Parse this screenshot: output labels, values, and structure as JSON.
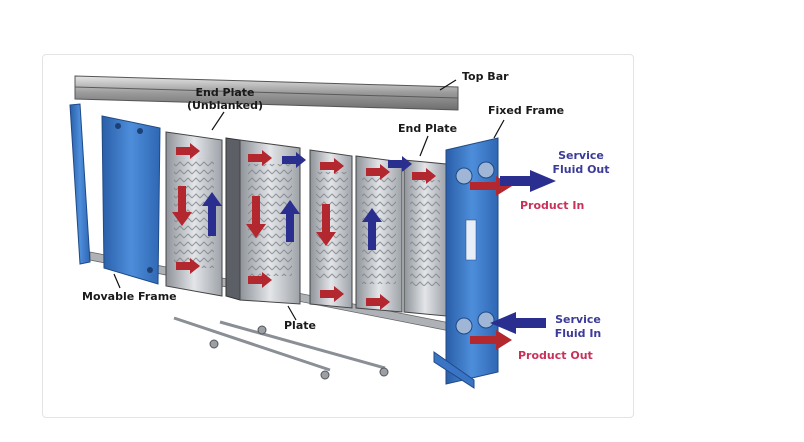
{
  "diagram": {
    "labels": {
      "top_bar": "Top Bar",
      "end_plate_unblanked_line1": "End Plate",
      "end_plate_unblanked_line2": "(Unblanked)",
      "fixed_frame": "Fixed Frame",
      "end_plate": "End Plate",
      "service_fluid_out_line1": "Service",
      "service_fluid_out_line2": "Fluid Out",
      "product_in": "Product In",
      "movable_frame": "Movable Frame",
      "plate": "Plate",
      "service_fluid_in_line1": "Service",
      "service_fluid_in_line2": "Fluid In",
      "product_out": "Product Out"
    },
    "colors": {
      "frame_blue": "#3f7fd0",
      "frame_blue_dark": "#2a5ea8",
      "product_arrow": "#b3272f",
      "service_arrow": "#2a2f8f",
      "plate_steel": "#c9ccd1"
    }
  }
}
